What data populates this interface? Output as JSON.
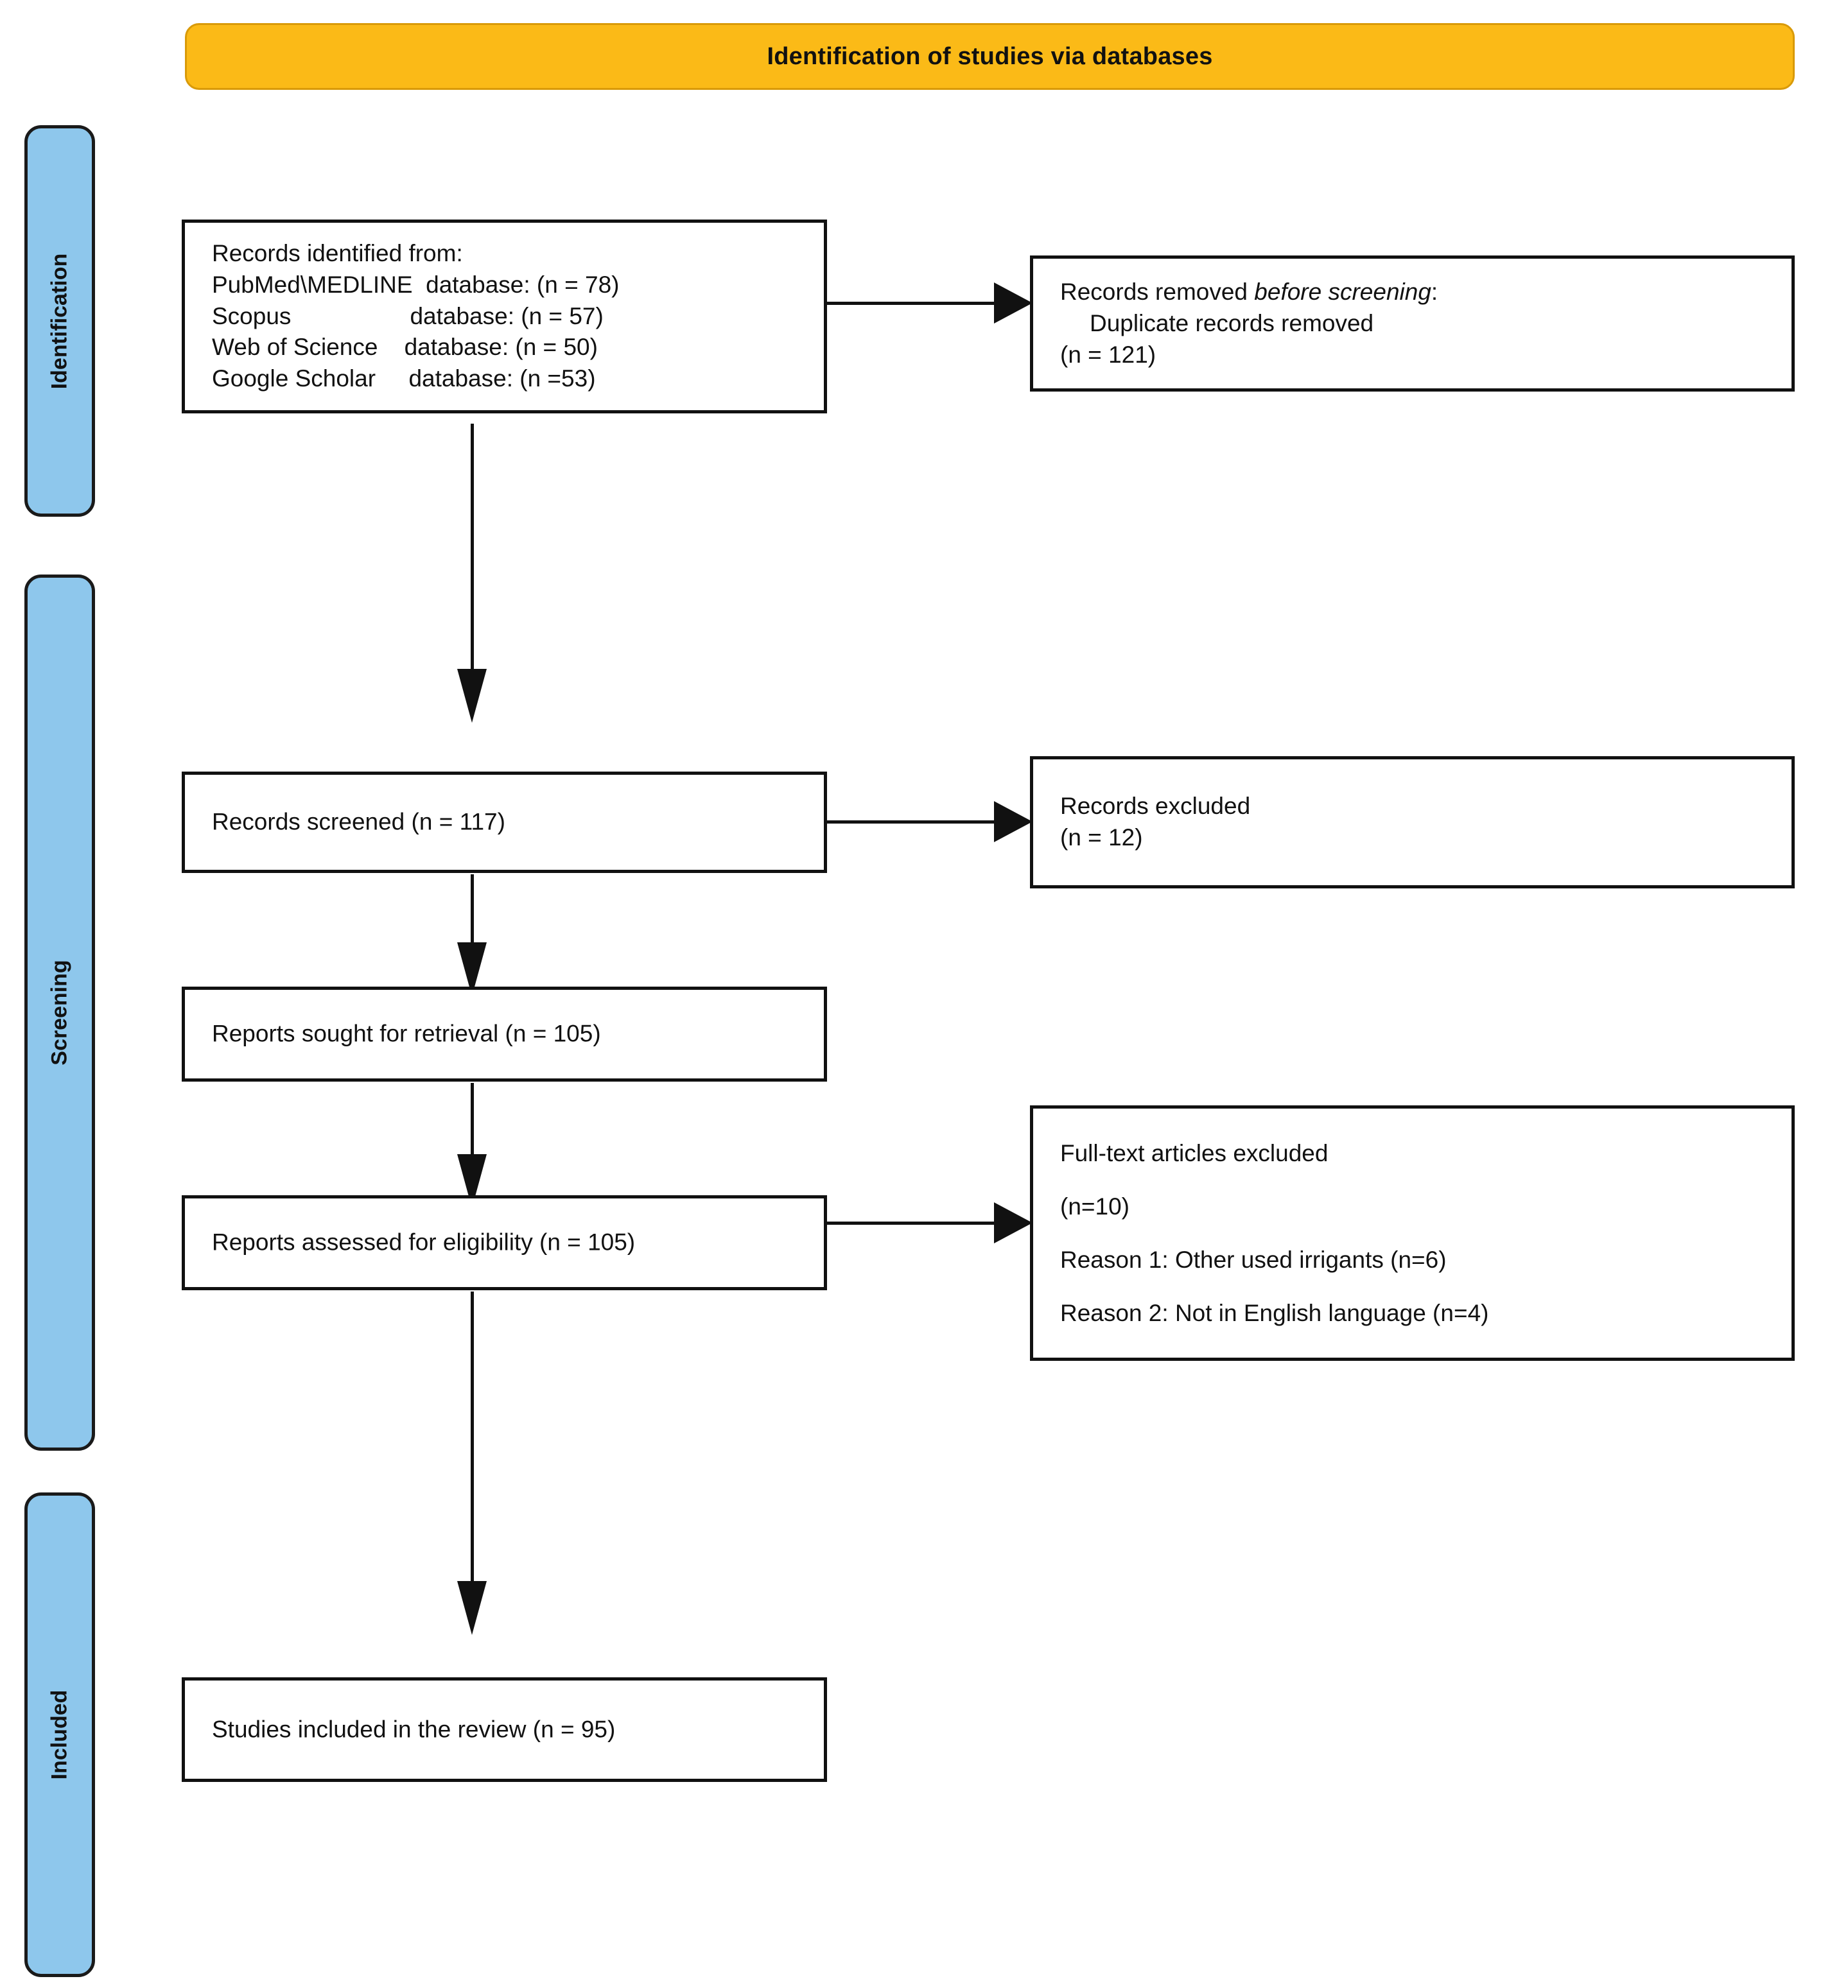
{
  "banner": {
    "title": "Identification of studies via databases"
  },
  "colors": {
    "banner_fill": "#FBBA17",
    "banner_border": "#D99A09",
    "stage_fill": "#8EC7EC",
    "stage_border": "#1A1A1A",
    "box_border": "#111111",
    "text": "#111111"
  },
  "stages": [
    {
      "label": "Identification"
    },
    {
      "label": "Screening"
    },
    {
      "label": "Included"
    }
  ],
  "boxes": {
    "identified": {
      "lines": [
        "Records identified from:",
        "PubMed\\MEDLINE  database: (n = 78)",
        "Scopus                  database: (n = 57)",
        "Web of Science    database: (n = 50)",
        "Google Scholar     database: (n =53)"
      ]
    },
    "removed_before_screening": {
      "line1_plain": "Records removed ",
      "line1_italic": "before screening",
      "line1_tail": ":",
      "line2": "Duplicate records removed",
      "line3": "(n = 121)"
    },
    "records_screened": {
      "line1": "Records screened (n = 117)"
    },
    "records_excluded": {
      "line1": "Records excluded",
      "line2": "(n = 12)"
    },
    "reports_sought": {
      "line1": "Reports sought for retrieval (n = 105)"
    },
    "reports_assessed": {
      "line1": "Reports assessed for eligibility (n = 105)"
    },
    "fulltext_excluded": {
      "line1": "Full-text articles excluded",
      "line2": "(n=10)",
      "line3": "Reason 1: Other used irrigants (n=6)",
      "line4": "Reason 2: Not in English language (n=4)"
    },
    "studies_included": {
      "line1": "Studies included in the review (n = 95)"
    }
  }
}
